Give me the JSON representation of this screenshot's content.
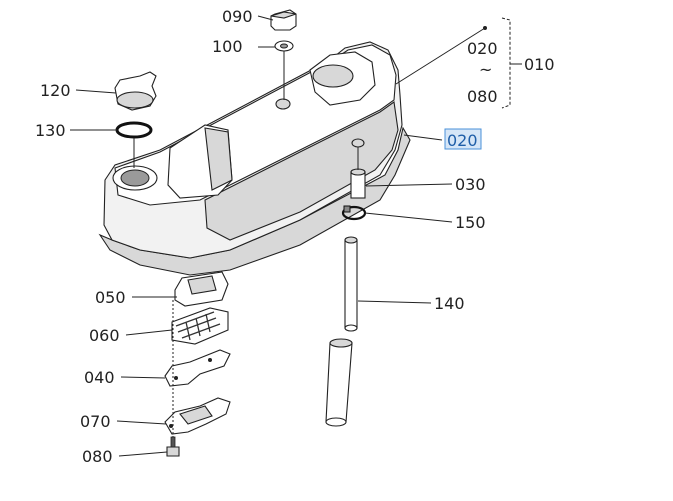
{
  "parts": {
    "cap_090": "090",
    "washer_100": "100",
    "assembly_010": "010",
    "range_start_020": "020",
    "range_tilde": "~",
    "range_end_080": "080",
    "filler_cap_120": "120",
    "oring_130": "130",
    "gasket_020": "020",
    "fitting_030": "030",
    "clamp_150": "150",
    "hose_140": "140",
    "baffle_050": "050",
    "filter_060": "060",
    "plate_040": "040",
    "plate_070": "070",
    "bolt_080": "080"
  },
  "highlight": {
    "selected_part": "020",
    "accent_color": "#4a90d9",
    "fill_color": "#d6e6f7"
  }
}
